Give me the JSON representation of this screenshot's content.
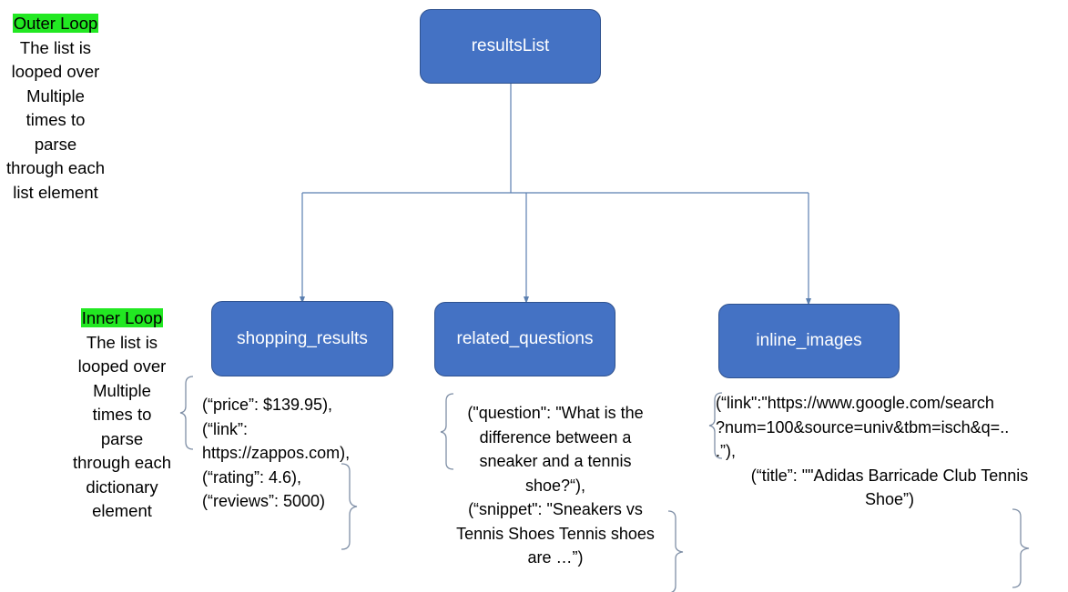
{
  "colors": {
    "node_fill": "#4472c4",
    "node_border": "#2f528f",
    "node_text": "#ffffff",
    "highlight": "#22e822",
    "connector": "#5b7fb0",
    "bracket": "#7f8fa6"
  },
  "outer_note": {
    "heading": "Outer Loop",
    "lines": [
      "The list is",
      "looped over",
      "Multiple",
      "times to",
      "parse",
      "through each",
      "list element"
    ]
  },
  "inner_note": {
    "heading": "Inner Loop",
    "lines": [
      "The list is",
      "looped over",
      "Multiple",
      "times to",
      "parse",
      "through each",
      "dictionary",
      "element"
    ]
  },
  "nodes": {
    "root": "resultsList",
    "shopping": "shopping_results",
    "questions": "related_questions",
    "images": "inline_images"
  },
  "shopping_block": {
    "lines": [
      "(“price”: $139.95),",
      "(“link”:",
      "https://zappos.com),",
      "(“rating”: 4.6),",
      "(“reviews”: 5000)"
    ]
  },
  "questions_block": {
    "lines": [
      "(\"question\": \"What is the",
      "difference between a",
      "sneaker and a tennis",
      "shoe?“),",
      "(“snippet\": \"Sneakers vs",
      "Tennis Shoes Tennis shoes",
      "are …”)"
    ]
  },
  "images_block": {
    "lines": [
      "(“link\":\"https://www.google.com/search",
      "?num=100&source=univ&tbm=isch&q=..",
      ".”),",
      "(“title”: \"\"Adidas Barricade Club Tennis",
      "Shoe”)"
    ]
  }
}
